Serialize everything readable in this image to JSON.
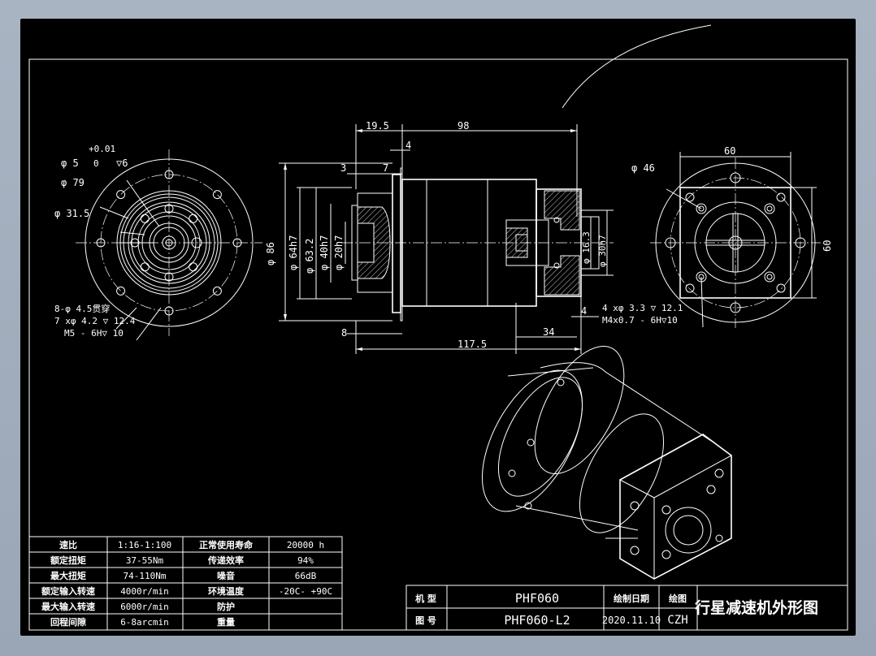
{
  "front_view": {
    "dia_5_main": "φ 5",
    "dia_5_tol_upper": "+0.01",
    "dia_5_tol_lower": "0",
    "dia_5_depth": "▽6",
    "dia_79": "φ 79",
    "dia_31_5": "φ 31.5",
    "holes_1": "8-φ 4.5贯穿",
    "holes_2": "7 xφ  4.2 ▽ 12.4",
    "holes_3": "M5 - 6H▽ 10"
  },
  "side_view": {
    "len_19_5": "19.5",
    "len_98": "98",
    "len_4_top": "4",
    "len_3": "3",
    "len_7": "7",
    "dia_86": "φ 86",
    "dia_64h7": "φ 64h7",
    "dia_63_2": "φ 63.2",
    "dia_40h7": "φ 40h7",
    "dia_20h7": "φ 20h7",
    "dia_16_3": "φ 16.3",
    "dia_30h7": "φ 30h7",
    "len_4_right": "4",
    "len_8": "8",
    "len_34": "34",
    "len_117_5": "117.5"
  },
  "rear_view": {
    "width_60": "60",
    "height_60": "60",
    "dia_46": "φ 46",
    "holes_1": "4 xφ  3.3 ▽ 12.1",
    "holes_2": "M4x0.7 - 6H▽10"
  },
  "spec_table": {
    "rows": [
      {
        "k1": "速比",
        "v1": "1:16-1:100",
        "k2": "正常使用寿命",
        "v2": "20000 h"
      },
      {
        "k1": "额定扭矩",
        "v1": "37-55Nm",
        "k2": "传递效率",
        "v2": "94%"
      },
      {
        "k1": "最大扭矩",
        "v1": "74-110Nm",
        "k2": "噪音",
        "v2": "66dB"
      },
      {
        "k1": "额定输入转速",
        "v1": "4000r/min",
        "k2": "环境温度",
        "v2": "-20C- +90C"
      },
      {
        "k1": "最大输入转速",
        "v1": "6000r/min",
        "k2": "防护",
        "v2": ""
      },
      {
        "k1": "回程间隙",
        "v1": "6-8arcmin",
        "k2": "重量",
        "v2": ""
      }
    ]
  },
  "title_block": {
    "model_label": "机 型",
    "model_value": "PHF060",
    "drawing_no_label": "图 号",
    "drawing_no_value": "PHF060-L2",
    "date_label": "绘制日期",
    "date_value": "2020.11.10",
    "drawer_label": "绘图",
    "drawer_value": "CZH",
    "title": "行星减速机外形图"
  }
}
